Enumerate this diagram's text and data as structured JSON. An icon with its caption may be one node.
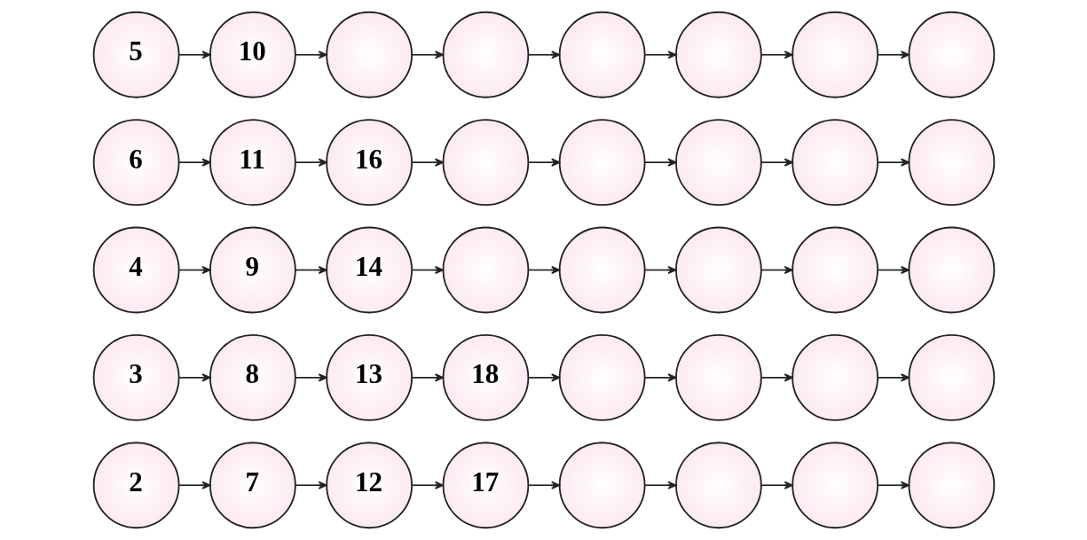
{
  "diagram": {
    "nodes": [
      {
        "text": [
          "2"
        ]
      },
      {
        "text": [
          "7"
        ]
      },
      {
        "text": [
          "12"
        ]
      },
      {
        "text": [
          "17"
        ]
      },
      {
        "text": [],
        "shape": "circle"
      },
      {
        "text": [],
        "shape": "circle"
      },
      {
        "text": [],
        "shape": "circle"
      },
      {
        "text": [],
        "shape": "circle"
      },
      {
        "text": [
          "3"
        ]
      },
      {
        "text": [
          "8"
        ]
      },
      {
        "text": [
          "13"
        ]
      },
      {
        "text": [
          "18"
        ]
      },
      {
        "text": [],
        "shape": "circle"
      },
      {
        "text": [],
        "shape": "circle"
      },
      {
        "text": [],
        "shape": "circle"
      },
      {
        "text": [],
        "shape": "circle"
      },
      {
        "text": [
          "4"
        ]
      },
      {
        "text": [
          "9"
        ]
      },
      {
        "text": [
          "14"
        ]
      },
      {
        "text": [],
        "shape": "circle"
      },
      {
        "text": [],
        "shape": "circle"
      },
      {
        "text": [],
        "shape": "circle"
      },
      {
        "text": [],
        "shape": "circle"
      },
      {
        "text": [],
        "shape": "circle"
      },
      {
        "text": [
          "6"
        ]
      },
      {
        "text": [
          "11"
        ]
      },
      {
        "text": [
          "16"
        ]
      },
      {
        "text": [],
        "shape": "circle"
      },
      {
        "text": [],
        "shape": "circle"
      },
      {
        "text": [],
        "shape": "circle"
      },
      {
        "text": [],
        "shape": "circle"
      },
      {
        "text": [],
        "shape": "circle"
      },
      {
        "text": [
          "5"
        ]
      },
      {
        "text": [
          "10"
        ]
      },
      {
        "text": [],
        "shape": "circle"
      },
      {
        "text": [],
        "shape": "circle"
      },
      {
        "text": [],
        "shape": "circle"
      },
      {
        "text": [],
        "shape": "circle"
      },
      {
        "text": [],
        "shape": "circle"
      },
      {
        "text": [],
        "shape": "circle"
      }
    ],
    "edges": [
      {
        "from": 0,
        "to": 1,
        "arrow": "to"
      },
      {
        "from": 1,
        "to": 2,
        "arrow": "to"
      },
      {
        "from": 2,
        "to": 3,
        "arrow": "to"
      },
      {
        "from": 3,
        "to": 4,
        "arrow": "to"
      },
      {
        "from": 4,
        "to": 5,
        "arrow": "to"
      },
      {
        "from": 5,
        "to": 6,
        "arrow": "to"
      },
      {
        "from": 6,
        "to": 7,
        "arrow": "to"
      },
      {
        "from": 8,
        "to": 9,
        "arrow": "to"
      },
      {
        "from": 9,
        "to": 10,
        "arrow": "to"
      },
      {
        "from": 10,
        "to": 11,
        "arrow": "to"
      },
      {
        "from": 11,
        "to": 12,
        "arrow": "to"
      },
      {
        "from": 12,
        "to": 13,
        "arrow": "to"
      },
      {
        "from": 13,
        "to": 14,
        "arrow": "to"
      },
      {
        "from": 14,
        "to": 15,
        "arrow": "to"
      },
      {
        "from": 16,
        "to": 17,
        "arrow": "to"
      },
      {
        "from": 17,
        "to": 18,
        "arrow": "to"
      },
      {
        "from": 18,
        "to": 19,
        "arrow": "to"
      },
      {
        "from": 19,
        "to": 20,
        "arrow": "to"
      },
      {
        "from": 20,
        "to": 21,
        "arrow": "to"
      },
      {
        "from": 21,
        "to": 22,
        "arrow": "to"
      },
      {
        "from": 22,
        "to": 23,
        "arrow": "to"
      },
      {
        "from": 24,
        "to": 25,
        "arrow": "to"
      },
      {
        "from": 25,
        "to": 26,
        "arrow": "to"
      },
      {
        "from": 26,
        "to": 27,
        "arrow": "to"
      },
      {
        "from": 27,
        "to": 28,
        "arrow": "to"
      },
      {
        "from": 28,
        "to": 29,
        "arrow": "to"
      },
      {
        "from": 29,
        "to": 30,
        "arrow": "to"
      },
      {
        "from": 30,
        "to": 31,
        "arrow": "to"
      },
      {
        "from": 32,
        "to": 33,
        "arrow": "to"
      },
      {
        "from": 33,
        "to": 34,
        "arrow": "to"
      },
      {
        "from": 34,
        "to": 35,
        "arrow": "to"
      },
      {
        "from": 35,
        "to": 36,
        "arrow": "to"
      },
      {
        "from": 36,
        "to": 37,
        "arrow": "to"
      },
      {
        "from": 37,
        "to": 38,
        "arrow": "to"
      },
      {
        "from": 38,
        "to": 39,
        "arrow": "to"
      }
    ]
  }
}
